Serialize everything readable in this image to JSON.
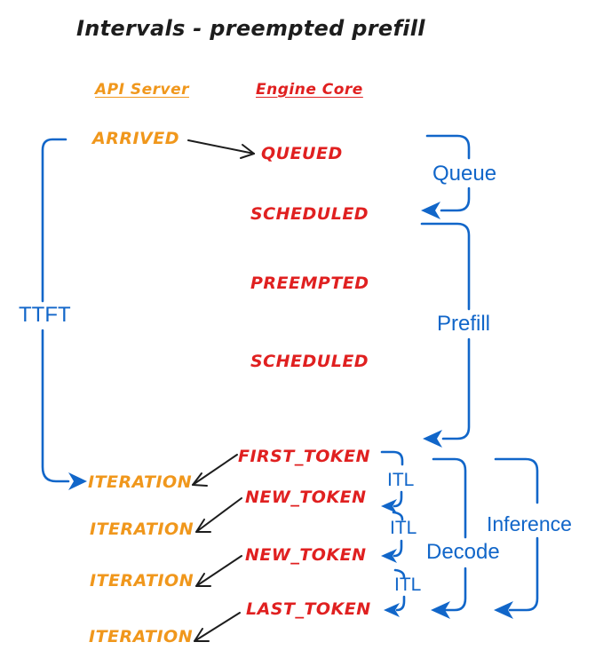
{
  "title": "Intervals - preempted prefill",
  "colors": {
    "orange": "#F0971C",
    "red": "#E02020",
    "blue": "#1166C9",
    "ink": "#1D1D1D"
  },
  "headers": {
    "api_server": "API Server",
    "engine_core": "Engine Core"
  },
  "api_events": {
    "arrived": "ARRIVED",
    "iteration1": "ITERATION",
    "iteration2": "ITERATION",
    "iteration3": "ITERATION",
    "iteration4": "ITERATION"
  },
  "engine_events": {
    "queued": "QUEUED",
    "scheduled1": "SCHEDULED",
    "preempted": "PREEMPTED",
    "scheduled2": "SCHEDULED",
    "first_token": "FIRST_TOKEN",
    "new_token1": "NEW_TOKEN",
    "new_token2": "NEW_TOKEN",
    "last_token": "LAST_TOKEN"
  },
  "intervals": {
    "ttft": "TTFT",
    "queue": "Queue",
    "prefill": "Prefill",
    "decode": "Decode",
    "inference": "Inference",
    "itl1": "ITL",
    "itl2": "ITL",
    "itl3": "ITL"
  }
}
